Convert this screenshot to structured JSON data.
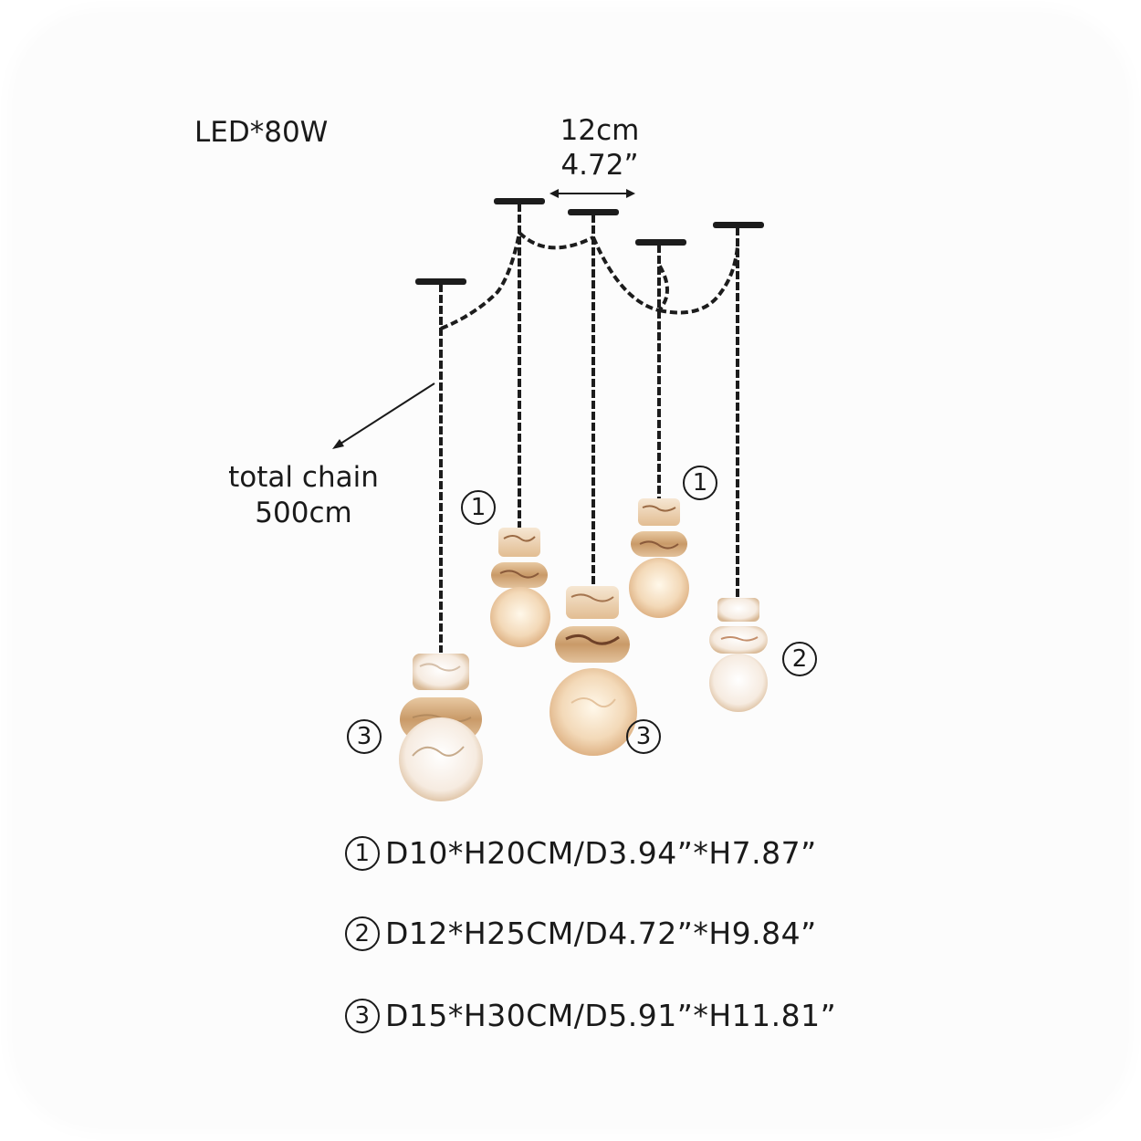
{
  "power_label": "LED*80W",
  "spacing": {
    "cm": "12cm",
    "inch": "4.72”"
  },
  "chain": {
    "line1": "total chain",
    "line2": "500cm"
  },
  "markers": [
    "1",
    "1",
    "2",
    "3",
    "3"
  ],
  "specs": [
    {
      "num": "1",
      "text": "D10*H20CM/D3.94”*H7.87”"
    },
    {
      "num": "2",
      "text": "D12*H25CM/D4.72”*H9.84”"
    },
    {
      "num": "3",
      "text": "D15*H30CM/D5.91”*H11.81”"
    }
  ],
  "colors": {
    "chain": "#1c1c1c",
    "alabaster_light": "#fbeedb",
    "alabaster_dark": "#d79a62",
    "vein": "#8a5a3a"
  }
}
